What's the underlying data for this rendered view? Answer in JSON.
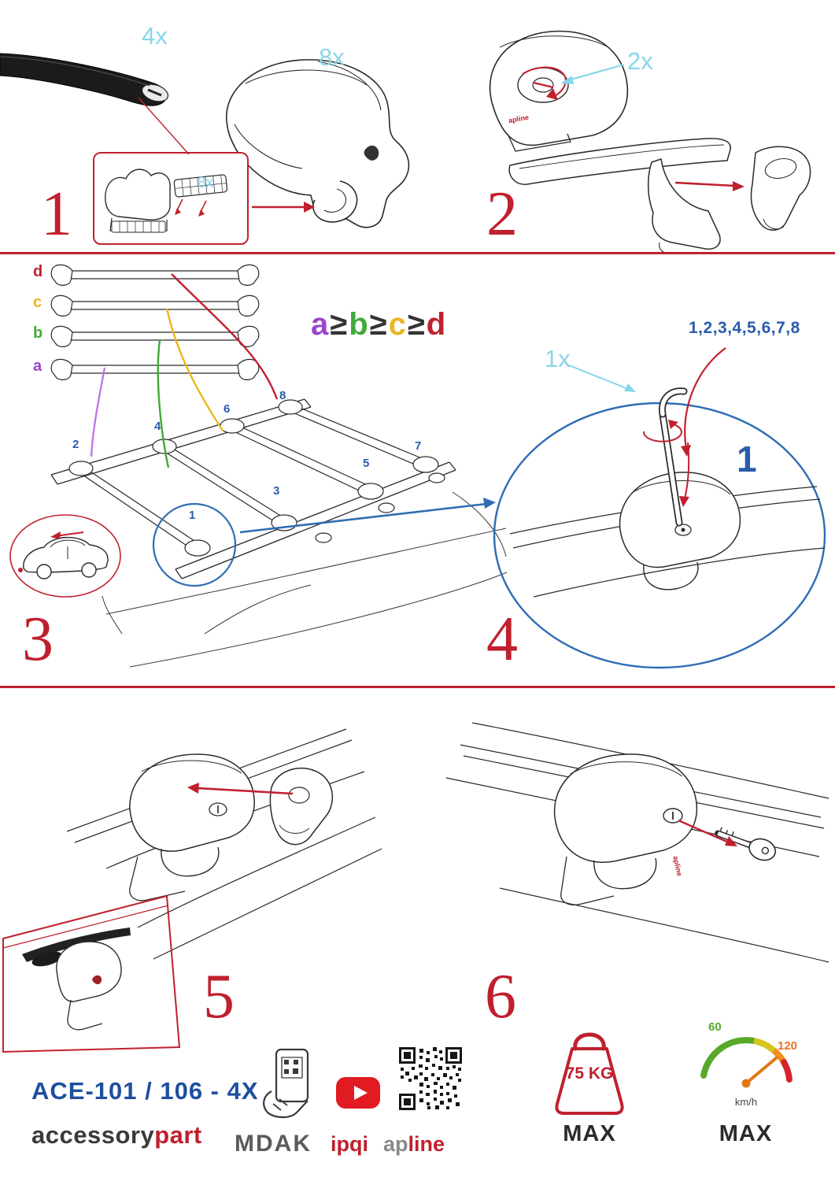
{
  "palette": {
    "accent_red": "#c0202e",
    "qty_cyan": "#87d7ea",
    "annotation_blue": "#2a5caa",
    "model_blue": "#1d4f9e",
    "letter_purple": "#9d44cc",
    "letter_green": "#3faa38",
    "letter_orange": "#edb51e",
    "letter_red": "#c0202e",
    "gauge_green": "#58a829",
    "gauge_red": "#d2232e",
    "needle_orange": "#e07818",
    "youtube_red": "#e21b22"
  },
  "steps": {
    "one": {
      "num": "1",
      "bar_qty": "4x",
      "foot_qty": "8x",
      "pad_qty": "8x"
    },
    "two": {
      "num": "2",
      "knob_qty": "2x"
    },
    "three": {
      "num": "3",
      "bar_labels": {
        "d": "d",
        "c": "c",
        "b": "b",
        "a": "a"
      },
      "formula": {
        "a": "a",
        "ge": "≥",
        "b": "b",
        "c": "c",
        "d": "d"
      },
      "positions": {
        "p1": "1",
        "p2": "2",
        "p3": "3",
        "p4": "4",
        "p5": "5",
        "p6": "6",
        "p7": "7",
        "p8": "8"
      }
    },
    "four": {
      "num": "4",
      "tool_qty": "1x",
      "sequence": "1,2,3,4,5,6,7,8",
      "callout": "1"
    },
    "five": {
      "num": "5"
    },
    "six": {
      "num": "6"
    }
  },
  "drawing": {
    "brand_mark": "apline"
  },
  "footer": {
    "model": "ACE-101 / 106 - 4X",
    "brand": {
      "left": "accessory",
      "right": "part"
    },
    "logo_mdak": "MDAK",
    "logo_ipqi": "ipqi",
    "logo_apline": {
      "left": "ap",
      "right": "line"
    },
    "weight": {
      "value": "75 KG",
      "max": "MAX"
    },
    "speed": {
      "low": "60",
      "high": "120",
      "unit": "km/h",
      "max": "MAX"
    }
  }
}
